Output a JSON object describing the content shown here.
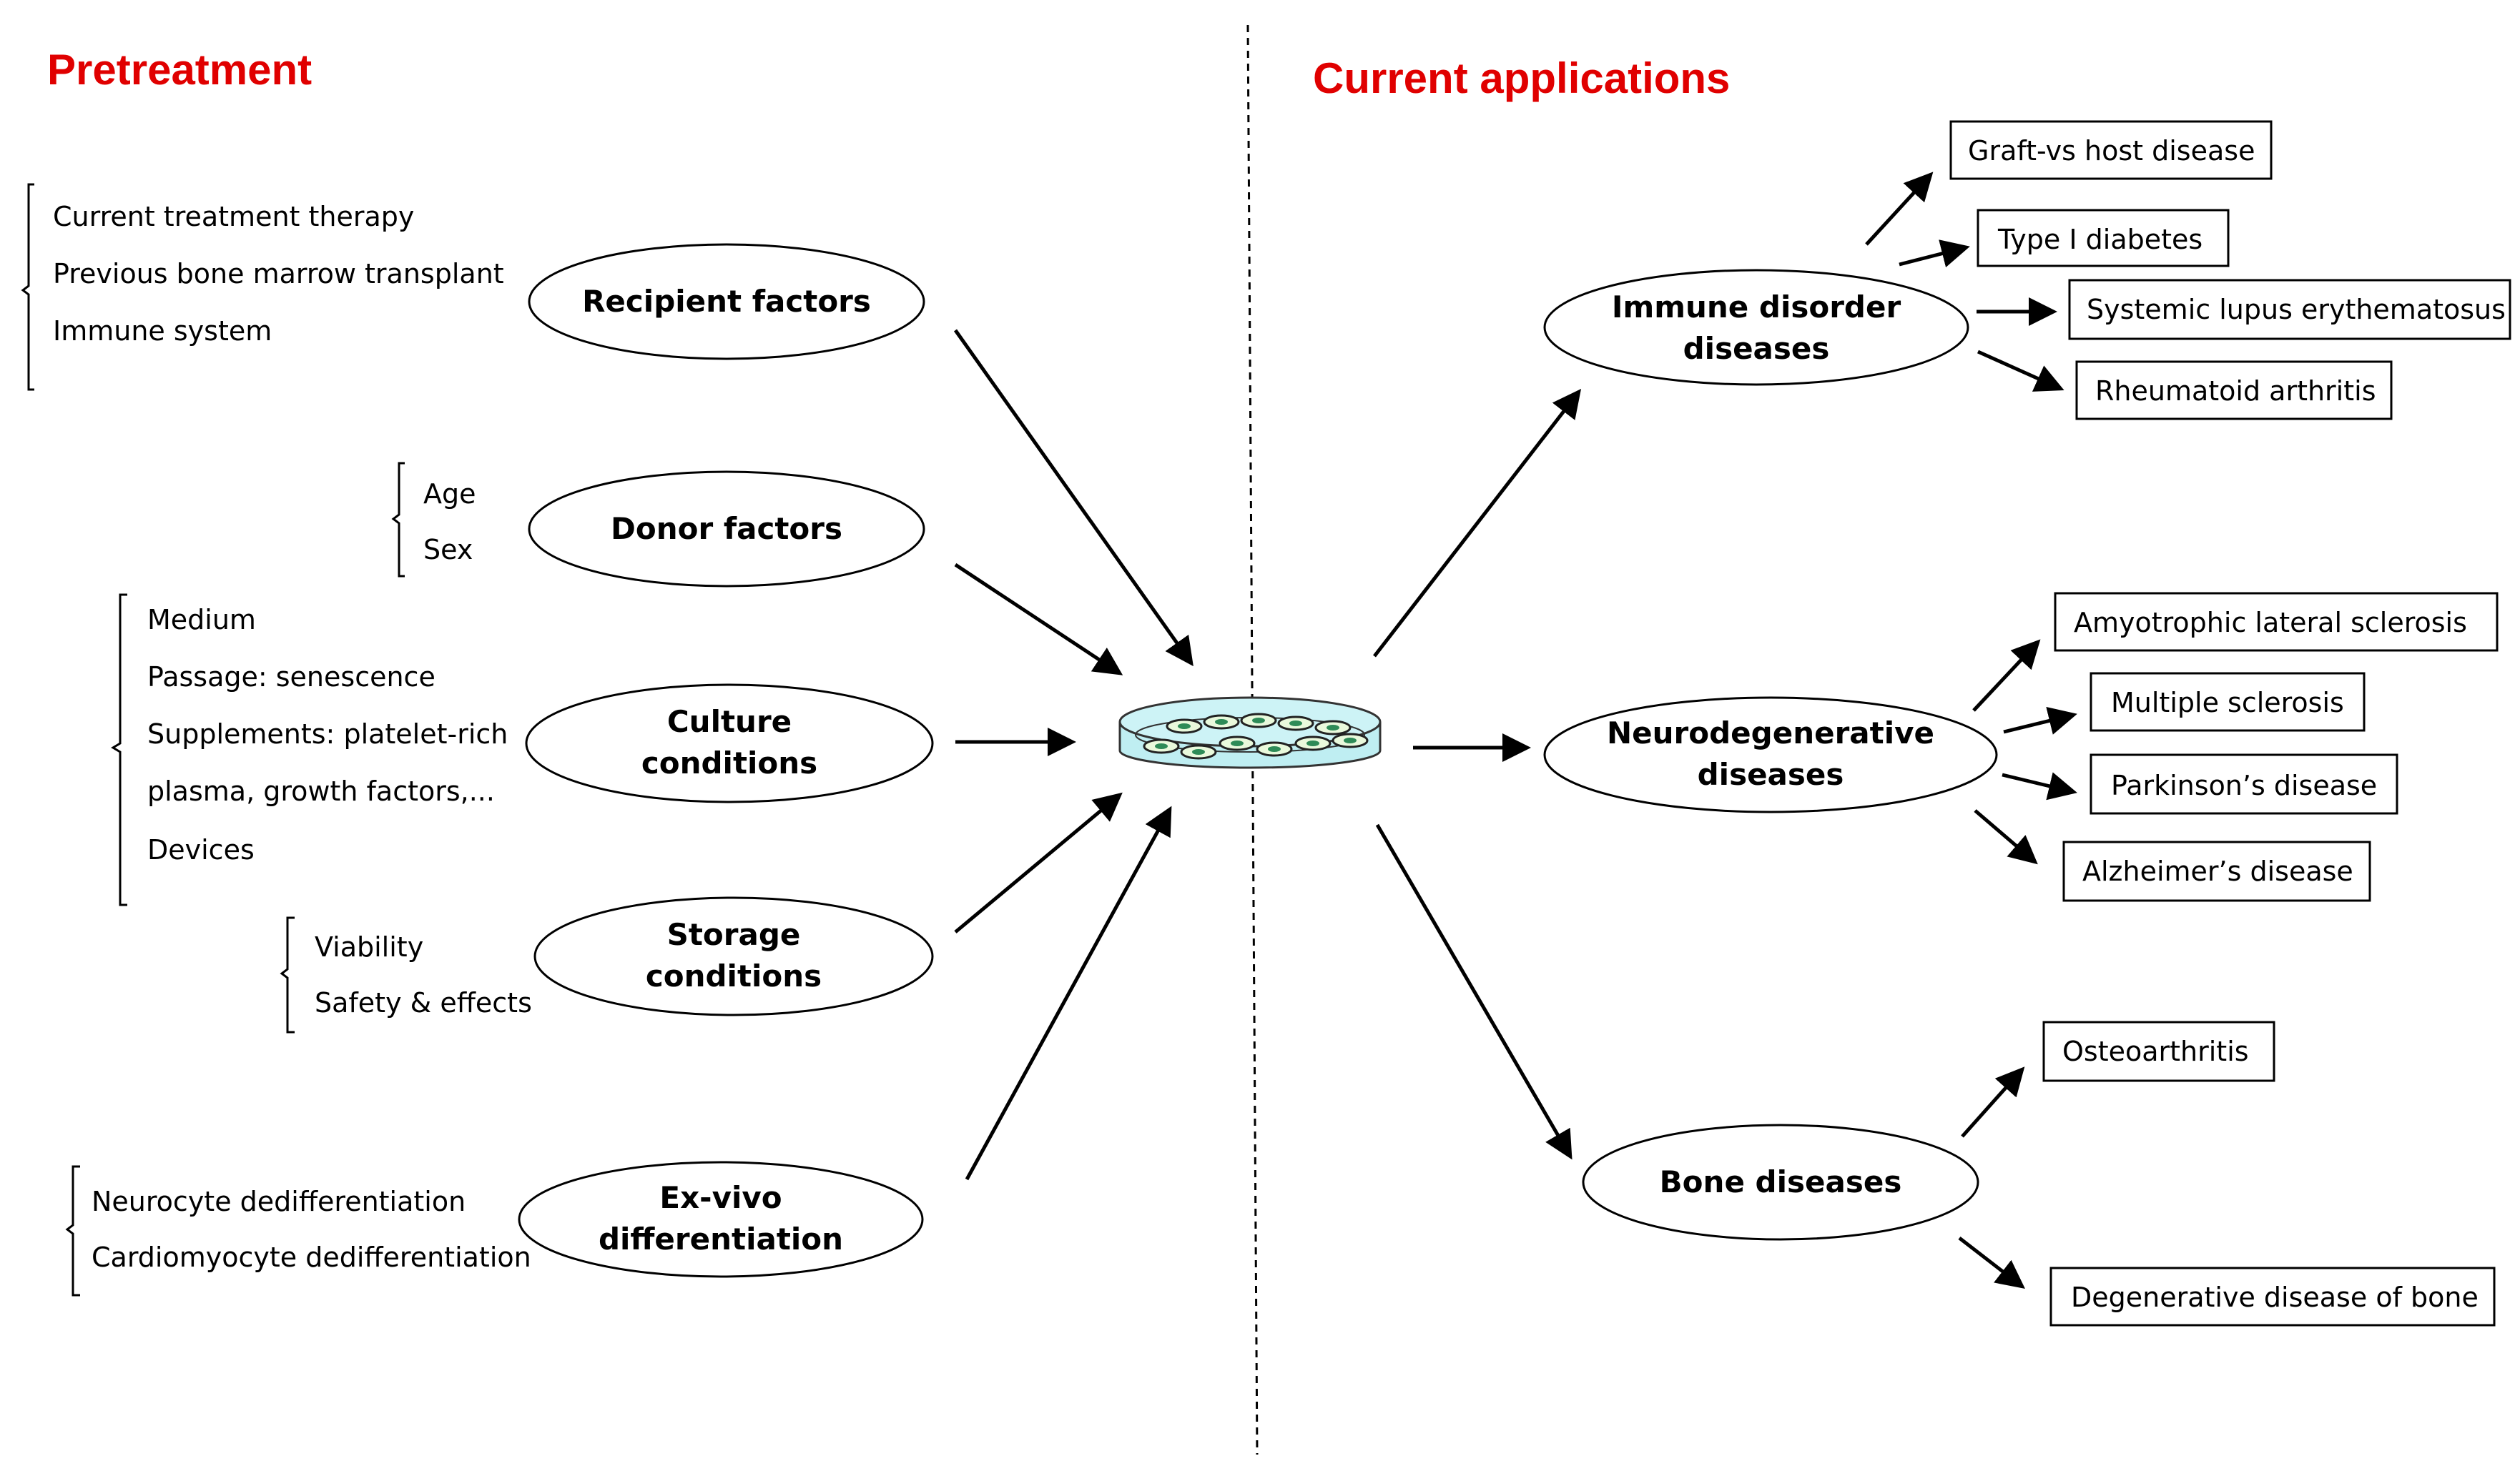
{
  "left_title": "Pretreatment",
  "right_title": "Current applications",
  "colors": {
    "title": "#e00000",
    "dish": "#bfeef2",
    "cell_nucleus": "#2e8b57"
  },
  "factors": [
    {
      "id": "recipient",
      "label": [
        "Recipient factors"
      ],
      "items": [
        "Current treatment therapy",
        "Previous bone marrow transplant",
        "Immune system"
      ]
    },
    {
      "id": "donor",
      "label": [
        "Donor factors"
      ],
      "items": [
        "Age",
        "Sex"
      ]
    },
    {
      "id": "culture",
      "label": [
        "Culture",
        "conditions"
      ],
      "items": [
        "Medium",
        "Passage: senescence",
        "Supplements:  platelet-rich",
        "plasma, growth factors,...",
        "Devices"
      ]
    },
    {
      "id": "storage",
      "label": [
        "Storage",
        "conditions"
      ],
      "items": [
        "Viability",
        "Safety & effects"
      ]
    },
    {
      "id": "exvivo",
      "label": [
        "Ex-vivo",
        "differentiation"
      ],
      "items": [
        "Neurocyte dedifferentiation",
        "Cardiomyocyte dedifferentiation"
      ]
    }
  ],
  "applications": [
    {
      "id": "immune",
      "label": [
        "Immune disorder",
        "diseases"
      ],
      "diseases": [
        "Graft-vs host disease",
        "Type I diabetes",
        "Systemic lupus erythematosus",
        "Rheumatoid arthritis"
      ]
    },
    {
      "id": "neuro",
      "label": [
        "Neurodegenerative",
        "diseases"
      ],
      "diseases": [
        "Amyotrophic  lateral sclerosis",
        "Multiple sclerosis",
        "Parkinson’s disease",
        "Alzheimer’s disease"
      ]
    },
    {
      "id": "bone",
      "label": [
        "Bone diseases"
      ],
      "diseases": [
        "Osteoarthritis",
        "Degenerative disease of bone"
      ]
    }
  ]
}
